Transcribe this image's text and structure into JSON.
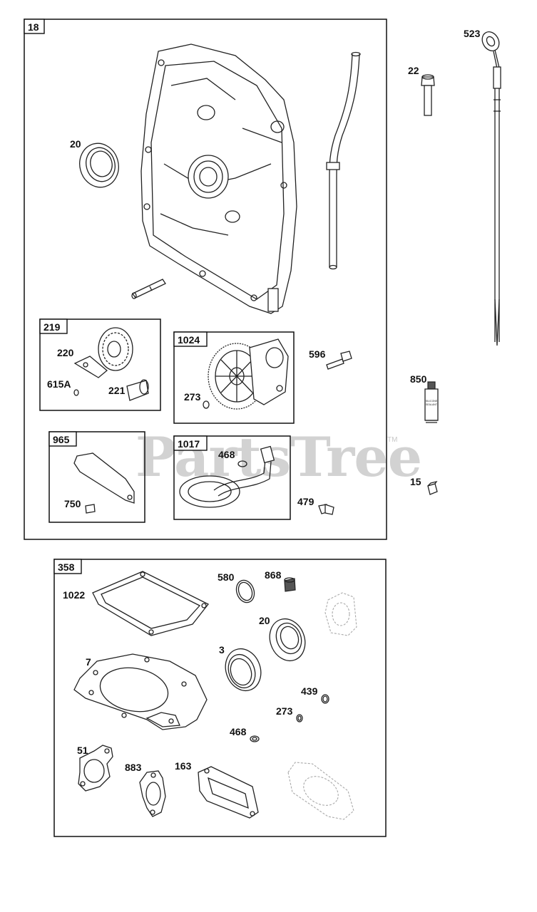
{
  "watermark": {
    "text": "PartsTree",
    "trademark": "TM"
  },
  "groups": {
    "g18": "18",
    "g219": "219",
    "g1024": "1024",
    "g965": "965",
    "g1017": "1017",
    "g358": "358"
  },
  "labels": {
    "p523": "523",
    "p22": "22",
    "p20a": "20",
    "p220": "220",
    "p615A": "615A",
    "p221": "221",
    "p273a": "273",
    "p596": "596",
    "p850": "850",
    "p468a": "468",
    "p750": "750",
    "p479": "479",
    "p15": "15",
    "p580": "580",
    "p868": "868",
    "p1022": "1022",
    "p20b": "20",
    "p3": "3",
    "p7": "7",
    "p439": "439",
    "p273b": "273",
    "p468b": "468",
    "p51": "51",
    "p883": "883",
    "p163": "163"
  },
  "sealant_text": [
    "SILICONE",
    "SEALANT"
  ]
}
